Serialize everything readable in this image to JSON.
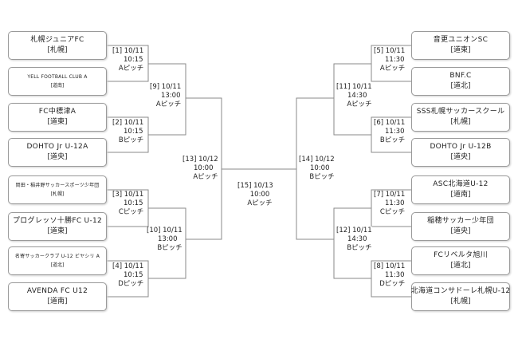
{
  "teams": [
    {
      "name": "札幌ジュニアFC",
      "region": "[札幌]"
    },
    {
      "name": "YELL FOOTBALL CLUB A",
      "region": "[道南]"
    },
    {
      "name": "FC中標津A",
      "region": "[道東]"
    },
    {
      "name": "DOHTO Jr U-12A",
      "region": "[道央]"
    },
    {
      "name": "岡田・稲井野サッカースポーツ少年団",
      "region": "[札幌]"
    },
    {
      "name": "プログレッソ十勝FC U-12",
      "region": "[道東]"
    },
    {
      "name": "名寄サッカークラブ U-12 ビヤシリ A",
      "region": "[道北]"
    },
    {
      "name": "AVENDA FC U12",
      "region": "[道南]"
    },
    {
      "name": "音更ユニオンSC",
      "region": "[道東]"
    },
    {
      "name": "BNF.C",
      "region": "[道北]"
    },
    {
      "name": "SSS札幌サッカースクール",
      "region": "[札幌]"
    },
    {
      "name": "DOHTO Jr U-12B",
      "region": "[道央]"
    },
    {
      "name": "ASC北海道U-12",
      "region": "[道南]"
    },
    {
      "name": "稲穂サッカー少年団",
      "region": "[道央]"
    },
    {
      "name": "FCリベルタ旭川",
      "region": "[道北]"
    },
    {
      "name": "北海道コンサドーレ札幌U-12",
      "region": "[札幌]"
    }
  ],
  "matches": [
    {
      "id": "m1",
      "label": "[1] 10/11",
      "time": "10:15",
      "pitch": "Aピッチ"
    },
    {
      "id": "m2",
      "label": "[2] 10/11",
      "time": "10:15",
      "pitch": "Bピッチ"
    },
    {
      "id": "m3",
      "label": "[3] 10/11",
      "time": "10:15",
      "pitch": "Cピッチ"
    },
    {
      "id": "m4",
      "label": "[4] 10/11",
      "time": "10:15",
      "pitch": "Dピッチ"
    },
    {
      "id": "m5",
      "label": "[5] 10/11",
      "time": "11:30",
      "pitch": "Aピッチ"
    },
    {
      "id": "m6",
      "label": "[6] 10/11",
      "time": "11:30",
      "pitch": "Bピッチ"
    },
    {
      "id": "m7",
      "label": "[7] 10/11",
      "time": "11:30",
      "pitch": "Cピッチ"
    },
    {
      "id": "m8",
      "label": "[8] 10/11",
      "time": "11:30",
      "pitch": "Dピッチ"
    },
    {
      "id": "m9",
      "label": "[9] 10/11",
      "time": "13:00",
      "pitch": "Aピッチ"
    },
    {
      "id": "m10",
      "label": "[10] 10/11",
      "time": "13:00",
      "pitch": "Bピッチ"
    },
    {
      "id": "m11",
      "label": "[11] 10/11",
      "time": "14:30",
      "pitch": "Aピッチ"
    },
    {
      "id": "m12",
      "label": "[12] 10/11",
      "time": "14:30",
      "pitch": "Bピッチ"
    },
    {
      "id": "m13",
      "label": "[13] 10/12",
      "time": "10:00",
      "pitch": "Aピッチ"
    },
    {
      "id": "m14",
      "label": "[14] 10/12",
      "time": "10:00",
      "pitch": "Bピッチ"
    },
    {
      "id": "m15",
      "label": "[15] 10/13",
      "time": "10:00",
      "pitch": "Aピッチ"
    }
  ]
}
